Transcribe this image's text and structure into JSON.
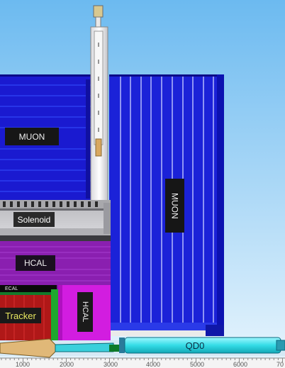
{
  "labels": {
    "muon_top": "MUON",
    "muon_right": "MUON",
    "solenoid": "Solenoid",
    "hcal_mid": "HCAL",
    "hcal_vertical": "HCAL",
    "ecal": "ECAL",
    "tracker": "Tracker",
    "qd0": "QD0"
  },
  "axis": {
    "ticks": [
      "1000",
      "2000",
      "3000",
      "4000",
      "5000",
      "6000",
      "70"
    ]
  },
  "colors": {
    "sky_top": "#6fbcf0",
    "sky_bottom": "#e6f4fd",
    "muon_blue": "#1a1ad0",
    "muon_blue_light": "#2b45ee",
    "muon_line": "#c8ccff",
    "solenoid_gray": "#c8c8cc",
    "hcal_purple": "#8a1fb0",
    "hcal_magenta": "#d21de0",
    "ecal_green": "#0f8a2a",
    "tracker_red": "#b01818",
    "qd0_cyan": "#40e0e8",
    "beam_tan": "#d8b070"
  }
}
